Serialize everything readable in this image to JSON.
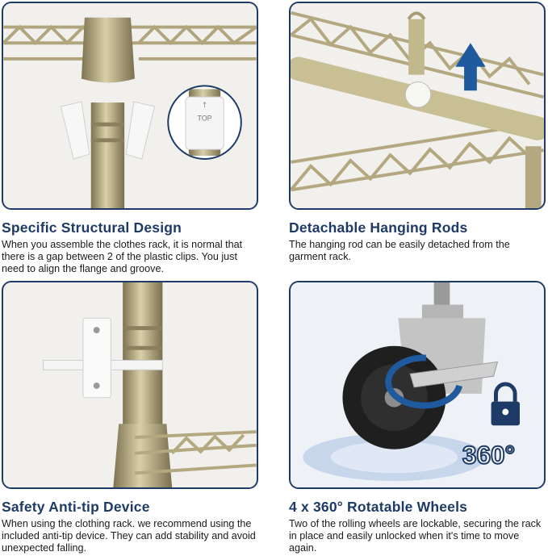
{
  "features": [
    {
      "title": "Specific Structural Design",
      "description": "When you assemble the clothes rack, it is normal that there is a gap between 2 of the plastic clips. You just need to align the flange and groove.",
      "callout_label": "TOP"
    },
    {
      "title": "Detachable Hanging Rods",
      "description": "The hanging rod can be easily detached from the garment rack."
    },
    {
      "title": "Safety Anti-tip Device",
      "description": "When using the clothing rack. we recommend using the included anti-tip device. They can add stability and avoid unexpected falling."
    },
    {
      "title": "4 x 360° Rotatable Wheels",
      "description": "Two of the rolling wheels are lockable, securing the rack in place and easily unlocked when it's time to move again.",
      "rotation_label": "360°"
    }
  ],
  "colors": {
    "heading": "#1e3a66",
    "panel_border": "#1e3a66",
    "metal": "#b8ad84",
    "accent_blue": "#1f5a9e"
  }
}
